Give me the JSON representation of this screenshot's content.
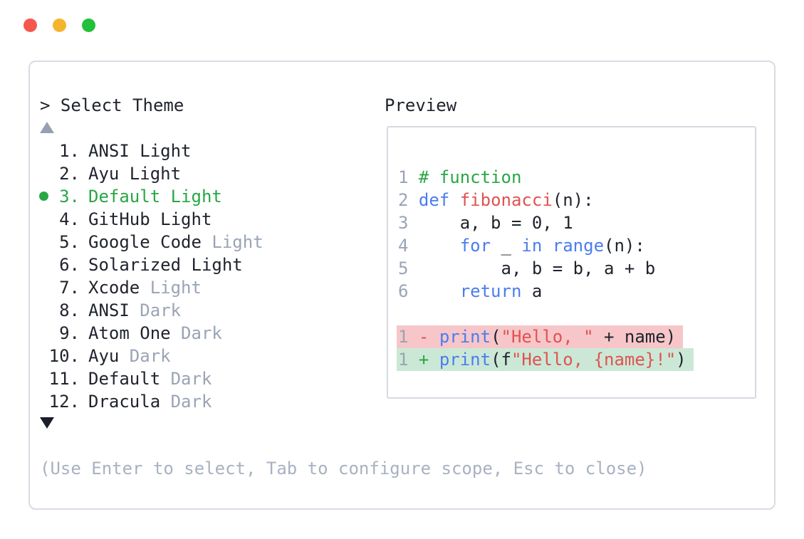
{
  "window": {
    "traffic_lights": [
      {
        "name": "close-button",
        "color": "#f5574e"
      },
      {
        "name": "minimize-button",
        "color": "#f4b52d"
      },
      {
        "name": "zoom-button",
        "color": "#21c13c"
      }
    ]
  },
  "selector": {
    "prompt": "> Select Theme",
    "hint": "(Use Enter to select, Tab to configure scope, Esc to close)",
    "items": [
      {
        "number": "1.",
        "main": "ANSI Light",
        "dim": "",
        "selected": false
      },
      {
        "number": "2.",
        "main": "Ayu Light",
        "dim": "",
        "selected": false
      },
      {
        "number": "3.",
        "main": "Default Light",
        "dim": "",
        "selected": true
      },
      {
        "number": "4.",
        "main": "GitHub Light",
        "dim": "",
        "selected": false
      },
      {
        "number": "5.",
        "main": "Google Code ",
        "dim": "Light",
        "selected": false
      },
      {
        "number": "6.",
        "main": "Solarized Light",
        "dim": "",
        "selected": false
      },
      {
        "number": "7.",
        "main": "Xcode ",
        "dim": "Light",
        "selected": false
      },
      {
        "number": "8.",
        "main": "ANSI ",
        "dim": "Dark",
        "selected": false
      },
      {
        "number": "9.",
        "main": "Atom One ",
        "dim": "Dark",
        "selected": false
      },
      {
        "number": "10.",
        "main": "Ayu ",
        "dim": "Dark",
        "selected": false
      },
      {
        "number": "11.",
        "main": "Default ",
        "dim": "Dark",
        "selected": false
      },
      {
        "number": "12.",
        "main": "Dracula ",
        "dim": "Dark",
        "selected": false
      }
    ]
  },
  "preview": {
    "title": "Preview",
    "code_lines": [
      {
        "bg": "",
        "segments": [
          {
            "t": "1 ",
            "c": "ln"
          },
          {
            "t": "# function",
            "c": "comment"
          }
        ]
      },
      {
        "bg": "",
        "segments": [
          {
            "t": "2 ",
            "c": "ln"
          },
          {
            "t": "def",
            "c": "kw"
          },
          {
            "t": " ",
            "c": "plain"
          },
          {
            "t": "fibonacci",
            "c": "fn"
          },
          {
            "t": "(n):",
            "c": "plain"
          }
        ]
      },
      {
        "bg": "",
        "segments": [
          {
            "t": "3 ",
            "c": "ln"
          },
          {
            "t": "    a, b = 0, 1",
            "c": "plain"
          }
        ]
      },
      {
        "bg": "",
        "segments": [
          {
            "t": "4 ",
            "c": "ln"
          },
          {
            "t": "    ",
            "c": "plain"
          },
          {
            "t": "for",
            "c": "kw"
          },
          {
            "t": " _ ",
            "c": "plain"
          },
          {
            "t": "in",
            "c": "kw"
          },
          {
            "t": " ",
            "c": "plain"
          },
          {
            "t": "range",
            "c": "kw"
          },
          {
            "t": "(n):",
            "c": "plain"
          }
        ]
      },
      {
        "bg": "",
        "segments": [
          {
            "t": "5 ",
            "c": "ln"
          },
          {
            "t": "        a, b = b, a + b",
            "c": "plain"
          }
        ]
      },
      {
        "bg": "",
        "segments": [
          {
            "t": "6 ",
            "c": "ln"
          },
          {
            "t": "    ",
            "c": "plain"
          },
          {
            "t": "return",
            "c": "kw"
          },
          {
            "t": " a",
            "c": "plain"
          }
        ]
      },
      {
        "bg": "",
        "segments": []
      },
      {
        "bg": "removed",
        "segments": [
          {
            "t": "1 ",
            "c": "ln"
          },
          {
            "t": "- ",
            "c": "minus"
          },
          {
            "t": "print",
            "c": "kw"
          },
          {
            "t": "(",
            "c": "plain"
          },
          {
            "t": "\"Hello, \"",
            "c": "str"
          },
          {
            "t": " + name)",
            "c": "plain"
          }
        ]
      },
      {
        "bg": "added",
        "segments": [
          {
            "t": "1 ",
            "c": "ln"
          },
          {
            "t": "+ ",
            "c": "plus"
          },
          {
            "t": "print",
            "c": "kw"
          },
          {
            "t": "(f",
            "c": "plain"
          },
          {
            "t": "\"Hello, {name}!\"",
            "c": "str"
          },
          {
            "t": ")",
            "c": "plain"
          }
        ]
      }
    ]
  },
  "colors": {
    "accent_green": "#28a745",
    "text_dark": "#20242d",
    "text_gray": "#9aa4b5",
    "hint_gray": "#a9b1c1",
    "arrow_up": "#96a0b1",
    "arrow_down": "#1a1e28",
    "panel_border": "#d8dce3",
    "preview_border": "#d5d9e0",
    "diff_removed_bg": "#f6c6c9",
    "diff_added_bg": "#cbe8d6",
    "tokens": {
      "ln": "#9aa4b5",
      "comment": "#28a745",
      "kw": "#4a7dee",
      "fn": "#e05252",
      "str": "#e05252",
      "plain": "#20242d",
      "minus": "#e05252",
      "plus": "#28a745"
    }
  }
}
